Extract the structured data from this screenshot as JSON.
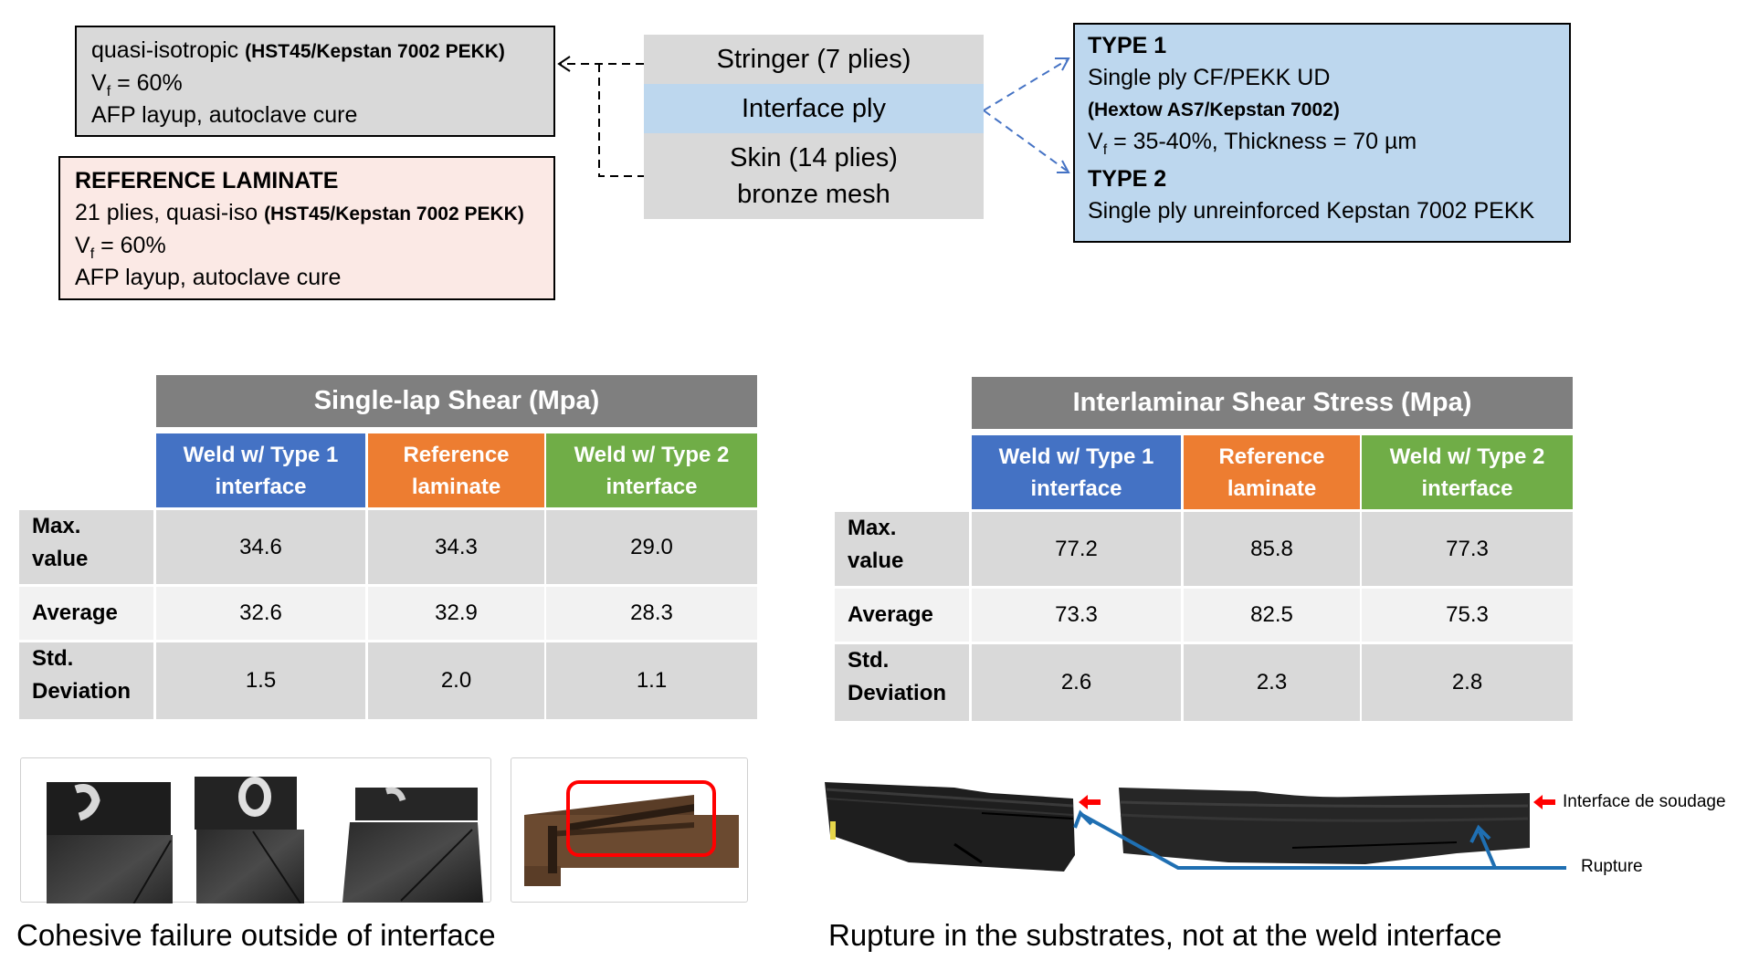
{
  "stringer_box": {
    "line1_text": "quasi-isotropic ",
    "line1_bold": "(HST45/Kepstan 7002 PEKK)",
    "vf_prefix": "V",
    "vf_sub": "f",
    "vf_value": " = 60%",
    "line3": "AFP layup, autoclave cure"
  },
  "reference_box": {
    "title": "REFERENCE LAMINATE",
    "line2_text": "21 plies, quasi-iso ",
    "line2_bold": "(HST45/Kepstan 7002 PEKK)",
    "vf_prefix": "V",
    "vf_sub": "f",
    "vf_value": " = 60%",
    "line4": "AFP layup, autoclave cure"
  },
  "stack": {
    "stringer": "Stringer (7 plies)",
    "interface": "Interface ply",
    "skin_line1": "Skin (14 plies)",
    "skin_line2": "bronze mesh"
  },
  "interface_types": {
    "type1_title": "TYPE 1",
    "type1_line1": "Single ply CF/PEKK UD",
    "type1_line2": "(Hextow AS7/Kepstan 7002)",
    "type1_vf_prefix": "V",
    "type1_vf_sub": "f",
    "type1_vf_value": " = 35-40%, Thickness = 70 µm",
    "type2_title": "TYPE 2",
    "type2_line1": "Single ply unreinforced Kepstan 7002 PEKK"
  },
  "colors": {
    "type1": "#4472c4",
    "reference": "#ed7d31",
    "type2": "#70ad47",
    "title_bg": "#7f7f7f",
    "interface_ply": "#bdd7ee",
    "arrow_blue": "#4472c4",
    "rupture_blue": "#1f6fb2",
    "weld_red": "#ff0000"
  },
  "chart_data": [
    {
      "type": "table",
      "title": "Single-lap Shear (Mpa)",
      "columns": [
        "Weld w/ Type 1 interface",
        "Reference laminate",
        "Weld w/ Type 2 interface"
      ],
      "rows": [
        "Max. value",
        "Average",
        "Std. Deviation"
      ],
      "values": [
        [
          34.6,
          34.3,
          29.0
        ],
        [
          32.6,
          32.9,
          28.3
        ],
        [
          1.5,
          2.0,
          1.1
        ]
      ]
    },
    {
      "type": "table",
      "title": "Interlaminar Shear Stress (Mpa)",
      "columns": [
        "Weld w/ Type 1 interface",
        "Reference laminate",
        "Weld w/ Type 2 interface"
      ],
      "rows": [
        "Max. value",
        "Average",
        "Std. Deviation"
      ],
      "values": [
        [
          77.2,
          85.8,
          77.3
        ],
        [
          73.3,
          82.5,
          75.3
        ],
        [
          2.6,
          2.3,
          2.8
        ]
      ]
    }
  ],
  "lap_table": {
    "title": "Single-lap Shear (Mpa)",
    "headers": [
      {
        "l1": "Weld w/ Type 1",
        "l2": "interface"
      },
      {
        "l1": "Reference",
        "l2": "laminate"
      },
      {
        "l1": "Weld w/ Type 2",
        "l2": "interface"
      }
    ],
    "rows": [
      {
        "l1": "Max.",
        "l2": "value",
        "v": [
          "34.6",
          "34.3",
          "29.0"
        ]
      },
      {
        "l1": "Average",
        "l2": "",
        "v": [
          "32.6",
          "32.9",
          "28.3"
        ]
      },
      {
        "l1": "Std.",
        "l2": "Deviation",
        "v": [
          "1.5",
          "2.0",
          "1.1"
        ]
      }
    ]
  },
  "ilss_table": {
    "title": "Interlaminar Shear Stress (Mpa)",
    "headers": [
      {
        "l1": "Weld w/ Type 1",
        "l2": "interface"
      },
      {
        "l1": "Reference",
        "l2": "laminate"
      },
      {
        "l1": "Weld w/ Type 2",
        "l2": "interface"
      }
    ],
    "rows": [
      {
        "l1": "Max.",
        "l2": "value",
        "v": [
          "77.2",
          "85.8",
          "77.3"
        ]
      },
      {
        "l1": "Average",
        "l2": "",
        "v": [
          "73.3",
          "82.5",
          "75.3"
        ]
      },
      {
        "l1": "Std.",
        "l2": "Deviation",
        "v": [
          "2.6",
          "2.3",
          "2.8"
        ]
      }
    ]
  },
  "photos": {
    "left_caption": "Cohesive failure outside of interface",
    "right_caption": "Rupture in the substrates, not at the weld interface",
    "label_weld_interface": "Interface de soudage",
    "label_rupture": "Rupture"
  }
}
